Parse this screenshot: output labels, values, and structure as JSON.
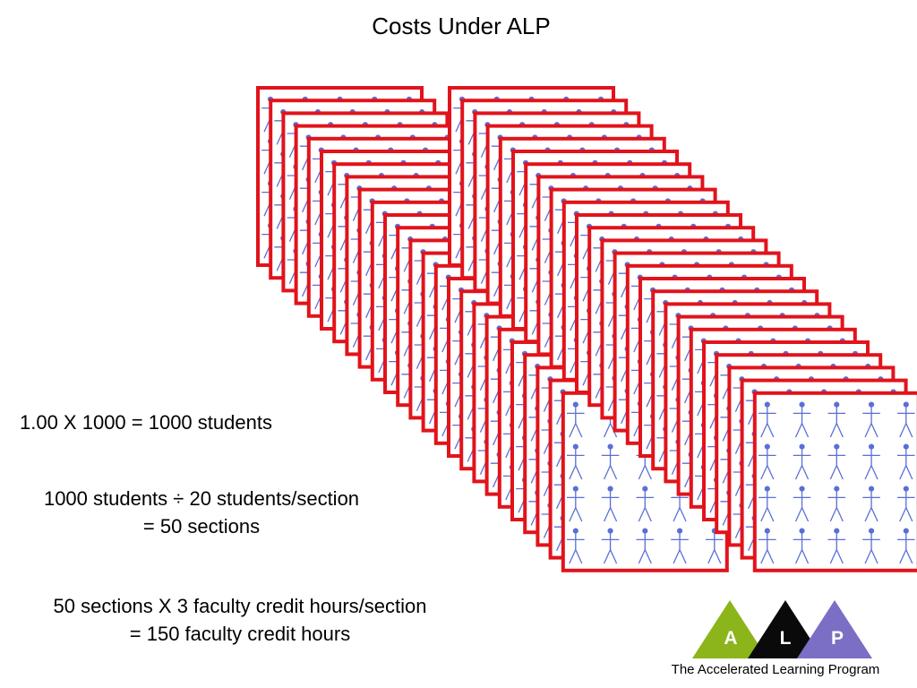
{
  "slide": {
    "title": "Costs Under ALP",
    "calc1": "1.00 X 1000 = 1000 students",
    "calc2_line1": "1000 students ÷ 20 students/section",
    "calc2_line2": "= 50 sections",
    "calc3_line1": "50 sections X 3 faculty credit hours/section",
    "calc3_line2": "= 150 faculty credit hours"
  },
  "illustration": {
    "description_icon": "stick-figure-icon",
    "stacks": 2,
    "cards_per_stack": 25,
    "figure_grid_rows": 4,
    "figure_grid_cols": 5,
    "card_border_color": "#e2131b",
    "figure_color": "#5a6fd6"
  },
  "logo": {
    "letters": [
      "A",
      "L",
      "P"
    ],
    "colors": [
      "#8bb51a",
      "#0a0a0a",
      "#7a6fc4"
    ],
    "caption": "The Accelerated Learning  Program"
  }
}
